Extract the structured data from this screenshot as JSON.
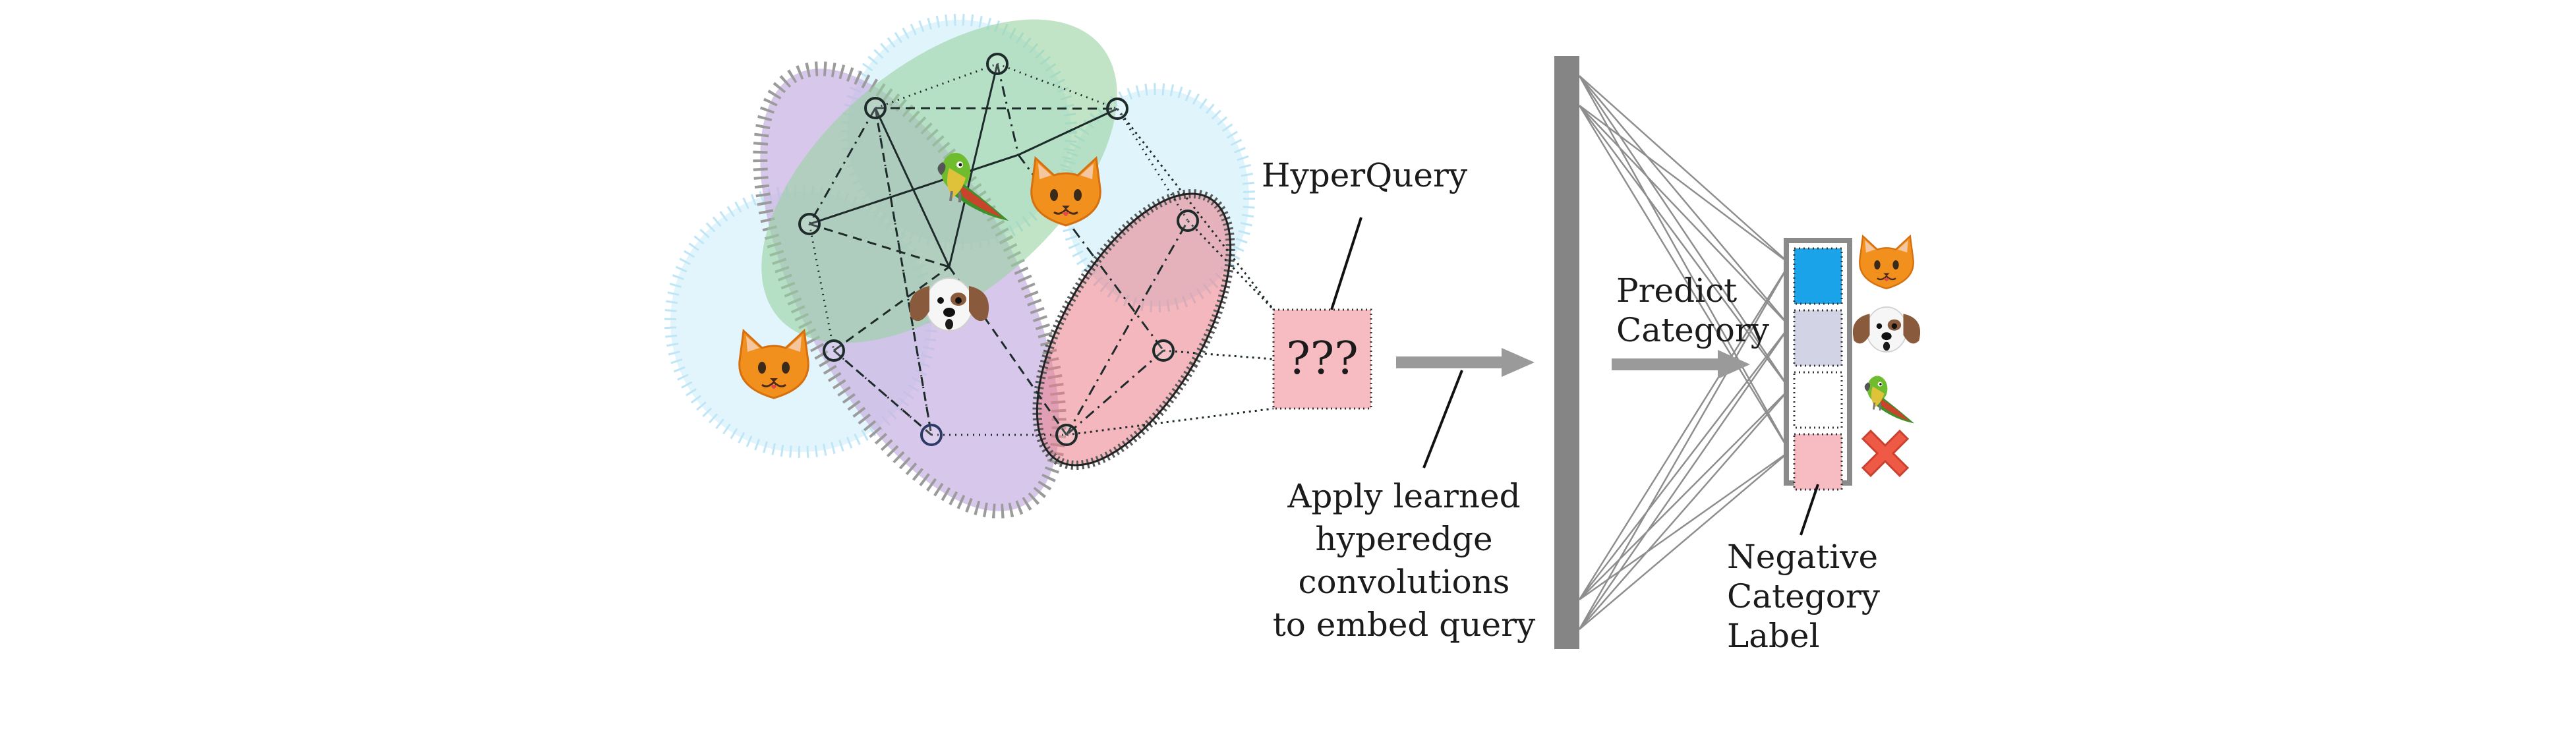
{
  "labels": {
    "hyperquery": "HyperQuery",
    "query_marks": "???",
    "apply_line1": "Apply learned",
    "apply_line2": "hyperedge",
    "apply_line3": "convolutions",
    "apply_line4": "to embed query",
    "predict_line1": "Predict",
    "predict_line2": "Category",
    "negative_line1": "Negative",
    "negative_line2": "Category",
    "negative_line3": "Label"
  },
  "graph_icons": {
    "parrot": "parrot-icon",
    "cat_top": "cat-icon",
    "dog": "dog-icon",
    "cat_left": "cat-icon"
  },
  "output_labels": [
    {
      "icon": "cat-icon",
      "fill": "#1aa3e8"
    },
    {
      "icon": "dog-icon",
      "fill": "#d3d3e6"
    },
    {
      "icon": "parrot-icon",
      "fill": "#ffffff"
    },
    {
      "icon": "negative-x-icon",
      "fill": "#f7bcc2"
    }
  ],
  "colors": {
    "hyperedge_green": "#9fd6a8",
    "hyperedge_purple": "#c3aee0",
    "hyperedge_blue": "#cdeefa",
    "hyperedge_red": "#e8767f",
    "query_box": "#f7bcc2",
    "arrow": "#9a9a9a",
    "layer_bar": "#858585",
    "positive_label": "#1aa3e8",
    "negative_x": "#ee5a45"
  }
}
